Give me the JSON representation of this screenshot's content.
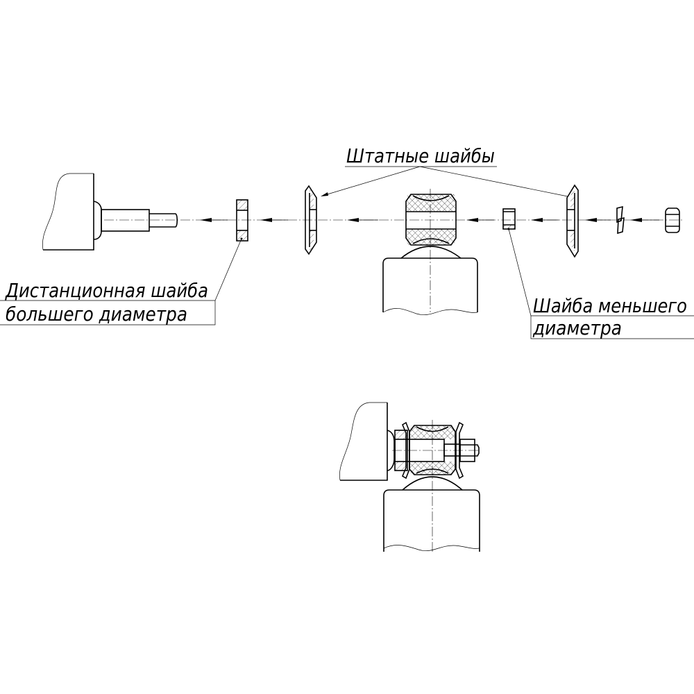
{
  "labels": {
    "standard_washers": "Штатные шайбы",
    "spacer_line1": "Дистанционная шайба",
    "spacer_line2": "большего диаметра",
    "small_line1": "Шайба меньшего",
    "small_line2": "диаметра"
  },
  "colors": {
    "line": "#000000",
    "background": "#ffffff"
  }
}
